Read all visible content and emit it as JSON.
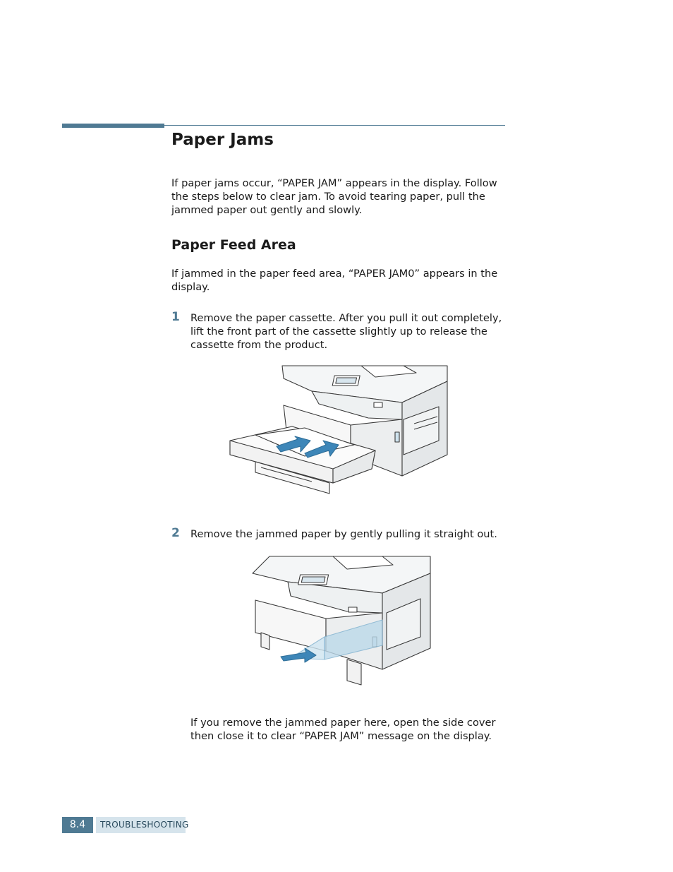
{
  "section": {
    "title": "Paper Jams",
    "intro": "If paper jams occur, “PAPER JAM” appears in the display. Follow the steps below to clear jam. To avoid tearing paper, pull the jammed paper out gently and slowly."
  },
  "subsection": {
    "title": "Paper Feed Area",
    "intro": "If jammed in the paper feed area, “PAPER JAM0” appears in the display."
  },
  "steps": [
    {
      "number": "1",
      "text": "Remove the paper cassette. After you pull it out completely, lift the front part of the cassette slightly up to release the cassette from the product."
    },
    {
      "number": "2",
      "text": "Remove the jammed paper by gently pulling it straight out."
    }
  ],
  "note": "If you remove the jammed paper here, open the side cover then close it to clear “PAPER JAM” message on the display.",
  "footer": {
    "page_number": "8.4",
    "chapter": "Troubleshooting"
  },
  "colors": {
    "accent": "#4f7a93",
    "footer_label_bg": "#d6e4ec"
  }
}
